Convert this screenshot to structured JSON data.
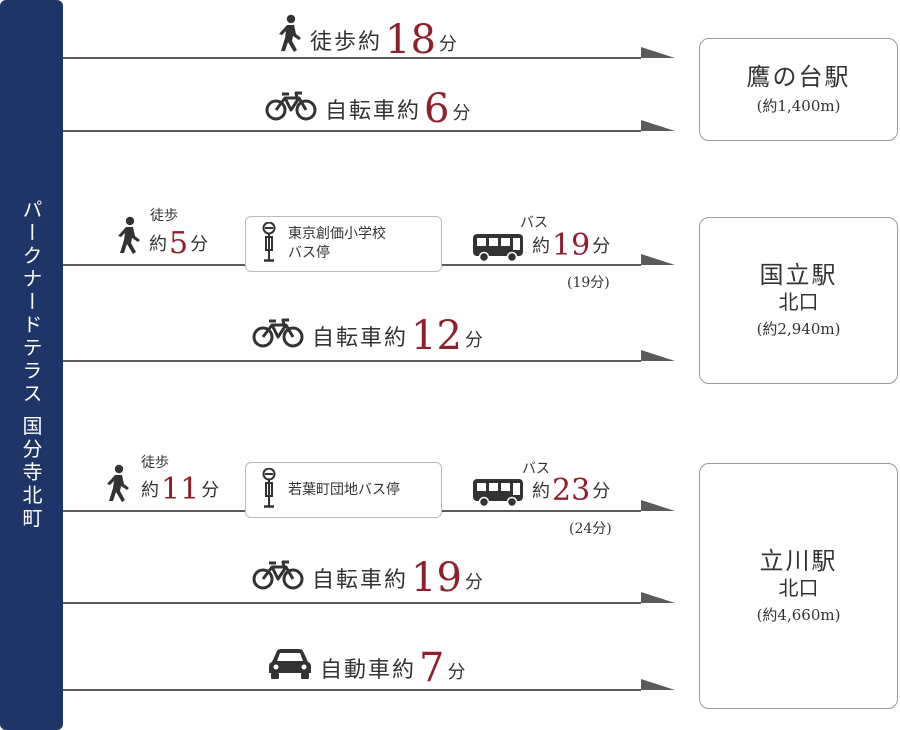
{
  "origin": {
    "name": "パークナードテラス 国分寺北町"
  },
  "colors": {
    "origin_bg": "#1f3467",
    "accent_number": "#8f1f2c",
    "line": "#5a5a5a"
  },
  "stations": [
    {
      "name": "鷹の台駅",
      "exit": "",
      "distance": "(約1,400m)"
    },
    {
      "name": "国立駅",
      "exit": "北口",
      "distance": "(約2,940m)"
    },
    {
      "name": "立川駅",
      "exit": "北口",
      "distance": "(約4,660m)"
    }
  ],
  "routes": {
    "takanodai_walk": {
      "icon": "walking-icon",
      "label": "徒歩約",
      "time": "18",
      "unit": "分"
    },
    "takanodai_bike": {
      "icon": "bicycle-icon",
      "label": "自転車約",
      "time": "6",
      "unit": "分"
    },
    "kunitachi_bus": {
      "walk_label": "徒歩",
      "walk_prefix": "約",
      "walk_time": "5",
      "walk_unit": "分",
      "stop_line1": "東京創価小学校",
      "stop_line2": "バス停",
      "bus_label": "バス",
      "bus_prefix": "約",
      "bus_time": "19",
      "bus_unit": "分",
      "bus_note": "(19分)"
    },
    "kunitachi_bike": {
      "icon": "bicycle-icon",
      "label": "自転車約",
      "time": "12",
      "unit": "分"
    },
    "tachikawa_bus": {
      "walk_label": "徒歩",
      "walk_prefix": "約",
      "walk_time": "11",
      "walk_unit": "分",
      "stop_line1": "若葉町団地バス停",
      "bus_label": "バス",
      "bus_prefix": "約",
      "bus_time": "23",
      "bus_unit": "分",
      "bus_note": "(24分)"
    },
    "tachikawa_bike": {
      "icon": "bicycle-icon",
      "label": "自転車約",
      "time": "19",
      "unit": "分"
    },
    "tachikawa_car": {
      "icon": "car-icon",
      "label": "自動車約",
      "time": "7",
      "unit": "分"
    }
  }
}
